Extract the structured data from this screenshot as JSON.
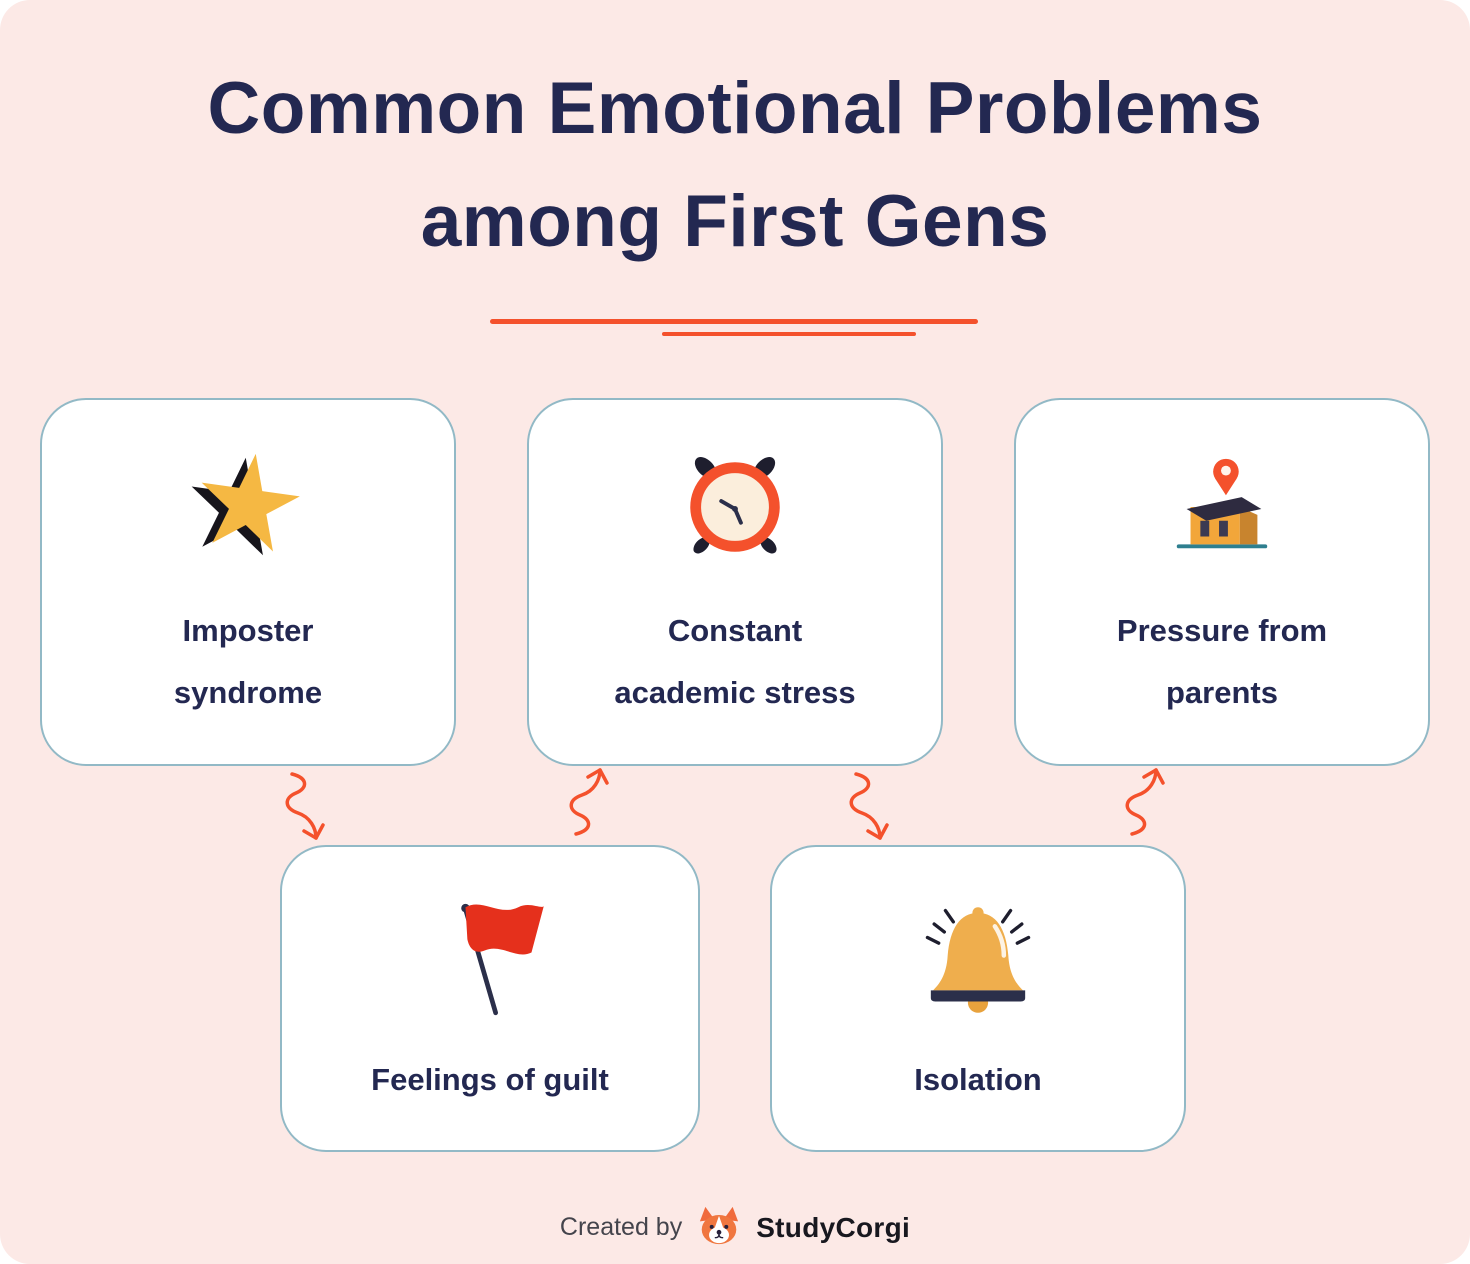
{
  "header": {
    "title_line1": "Common Emotional Problems",
    "title_line2": "among First Gens"
  },
  "cards": [
    {
      "id": "imposter-syndrome",
      "icon": "star-icon",
      "lines": [
        "Imposter",
        "syndrome"
      ]
    },
    {
      "id": "constant-academic-stress",
      "icon": "alarm-clock-icon",
      "lines": [
        "Constant",
        "academic stress"
      ]
    },
    {
      "id": "pressure-from-parents",
      "icon": "house-location-icon",
      "lines": [
        "Pressure from",
        "parents"
      ]
    },
    {
      "id": "feelings-of-guilt",
      "icon": "red-flag-icon",
      "lines": [
        "Feelings of guilt"
      ]
    },
    {
      "id": "isolation",
      "icon": "bell-icon",
      "lines": [
        "Isolation"
      ]
    }
  ],
  "footer": {
    "created_by": "Created by",
    "brand": "StudyCorgi"
  },
  "colors": {
    "background": "#FCE9E6",
    "accent_orange": "#F4512C",
    "title_navy": "#232851",
    "card_border": "#92B9C6",
    "card_background": "#FFFFFF",
    "star_yellow": "#F5B843",
    "flag_red": "#E5301C",
    "bell_gold": "#EFAE4D",
    "house_orange": "#F2A63A",
    "ground_teal": "#2E7F8F",
    "dark_ink": "#1E1E2E"
  }
}
